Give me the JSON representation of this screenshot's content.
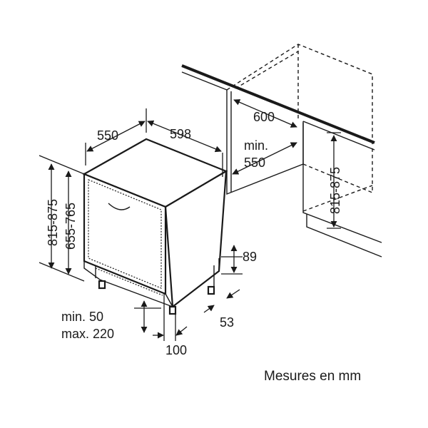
{
  "dimensions": {
    "depth": "550",
    "width": "598",
    "height_total": "815-875",
    "height_body": "655-765",
    "niche_width": "600",
    "niche_depth_label": "min.",
    "niche_depth_value": "550",
    "niche_height": "815-875",
    "plinth_height": "89",
    "plinth_offset": "53",
    "plinth_gap_min": "min. 50",
    "plinth_gap_max": "max. 220",
    "foot_distance": "100"
  },
  "caption": "Mesures en mm"
}
